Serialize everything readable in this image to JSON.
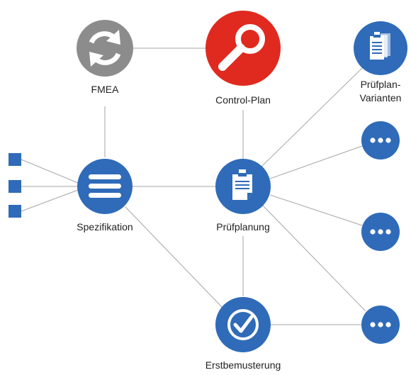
{
  "colors": {
    "primary": "#2f6bb8",
    "fmea": "#8c8c8c",
    "control_plan": "#e02a1f",
    "edge": "#a6a6a6",
    "text": "#222222",
    "icon": "#ffffff"
  },
  "nodes": {
    "fmea": {
      "label": "FMEA",
      "icon": "refresh-icon"
    },
    "control_plan": {
      "label": "Control-Plan",
      "icon": "magnifier-icon"
    },
    "pruefplan_varianten": {
      "label_line1": "Prüfplan-",
      "label_line2": "Varianten",
      "icon": "clipboard-stack-icon"
    },
    "spezifikation": {
      "label": "Spezifikation",
      "icon": "list-icon"
    },
    "pruefplanung": {
      "label": "Prüfplanung",
      "icon": "clipboard-icon"
    },
    "erstbemusterung": {
      "label": "Erstbemusterung",
      "icon": "checkmark-icon"
    },
    "more_1": {
      "icon": "ellipsis-icon"
    },
    "more_2": {
      "icon": "ellipsis-icon"
    },
    "more_3": {
      "icon": "ellipsis-icon"
    },
    "input_squares": {
      "count": 3,
      "icon": "square-icon"
    }
  }
}
